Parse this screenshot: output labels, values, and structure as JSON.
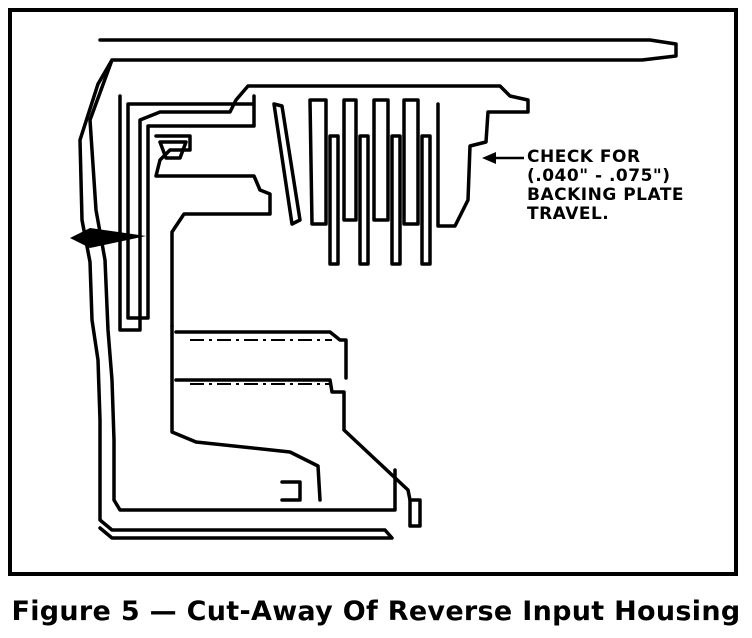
{
  "figure": {
    "caption": "Figure 5 — Cut-Away Of Reverse Input Housing",
    "callout": {
      "lines": [
        "CHECK FOR",
        "(.040\" - .075\")",
        "BACKING PLATE",
        "TRAVEL."
      ]
    }
  },
  "colors": {
    "ink": "#000000",
    "paper": "#ffffff"
  }
}
